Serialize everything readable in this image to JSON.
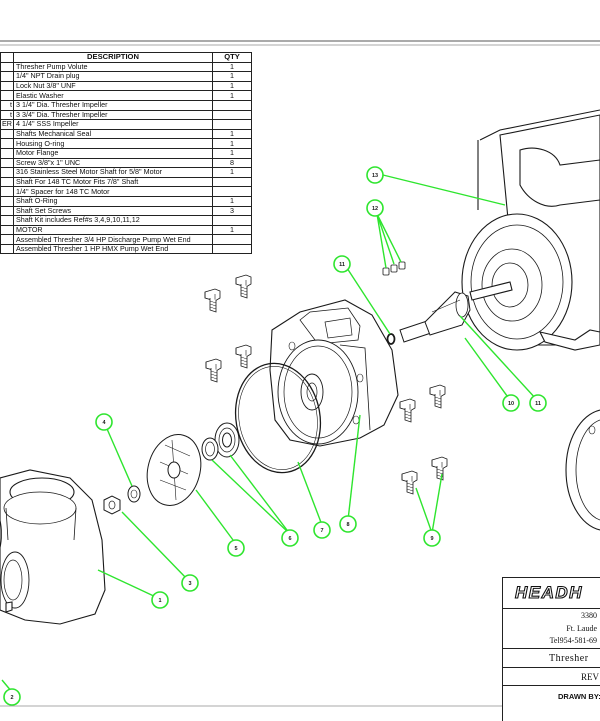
{
  "bom": {
    "headers": {
      "description": "DESCRIPTION",
      "qty": "QTY"
    },
    "rows": [
      {
        "ref": "",
        "description": "Thresher Pump Volute",
        "qty": "1"
      },
      {
        "ref": "",
        "description": "1/4\" NPT Drain plug",
        "qty": "1"
      },
      {
        "ref": "",
        "description": "Lock Nut 3/8\" UNF",
        "qty": "1"
      },
      {
        "ref": "",
        "description": "Elastic Washer",
        "qty": "1"
      },
      {
        "ref": "t",
        "description": "3 1/4\" Dia. Thresher Impeller",
        "qty": ""
      },
      {
        "ref": "t",
        "description": "3 3/4\" Dia. Thresher Impeller",
        "qty": ""
      },
      {
        "ref": "ER",
        "description": "4 1/4\" SSS Impeller",
        "qty": ""
      },
      {
        "ref": "",
        "description": "Shafts Mechanical Seal",
        "qty": "1"
      },
      {
        "ref": "",
        "description": "Housing O-ring",
        "qty": "1"
      },
      {
        "ref": "",
        "description": "Motor Flange",
        "qty": "1"
      },
      {
        "ref": "",
        "description": "Screw 3/8\"x 1\" UNC",
        "qty": "8"
      },
      {
        "ref": "",
        "description": "316 Stainless Steel Motor Shaft for 5/8\" Motor",
        "qty": "1"
      },
      {
        "ref": "",
        "description": "Shaft For 148 TC Motor Fits 7/8\" Shaft",
        "qty": ""
      },
      {
        "ref": "",
        "description": "1/4\" Spacer for 148 TC Motor",
        "qty": ""
      },
      {
        "ref": "",
        "description": "Shaft O-Ring",
        "qty": "1"
      },
      {
        "ref": "",
        "description": "Shaft Set Screws",
        "qty": "3"
      },
      {
        "ref": "",
        "description": "Shaft Kit includes Ref#s  3,4,9,10,11,12",
        "qty": ""
      },
      {
        "ref": "",
        "description": "MOTOR",
        "qty": "1"
      },
      {
        "ref": "",
        "description": "Assembled Thresher 3/4 HP Discharge Pump Wet End",
        "qty": ""
      },
      {
        "ref": "",
        "description": "Assembled Thresher 1 HP HMX Pump Wet End",
        "qty": ""
      }
    ]
  },
  "callouts": {
    "c1": "1",
    "c2": "2",
    "c3": "3",
    "c4": "4",
    "c5": "5",
    "c6": "6",
    "c7": "7",
    "c8": "8",
    "c9": "9",
    "c10": "10",
    "c11": "11",
    "c12": "12",
    "c13": "13"
  },
  "title_block": {
    "logo": "HEADH",
    "address1": "3380",
    "address2": "Ft. Laude",
    "phone": "Tel954-581-69",
    "title": "Thresher",
    "rev": "REV",
    "drawn_by": "DRAWN BY:"
  },
  "colors": {
    "callout": "#2ee52e",
    "line": "#1a1a1a"
  }
}
